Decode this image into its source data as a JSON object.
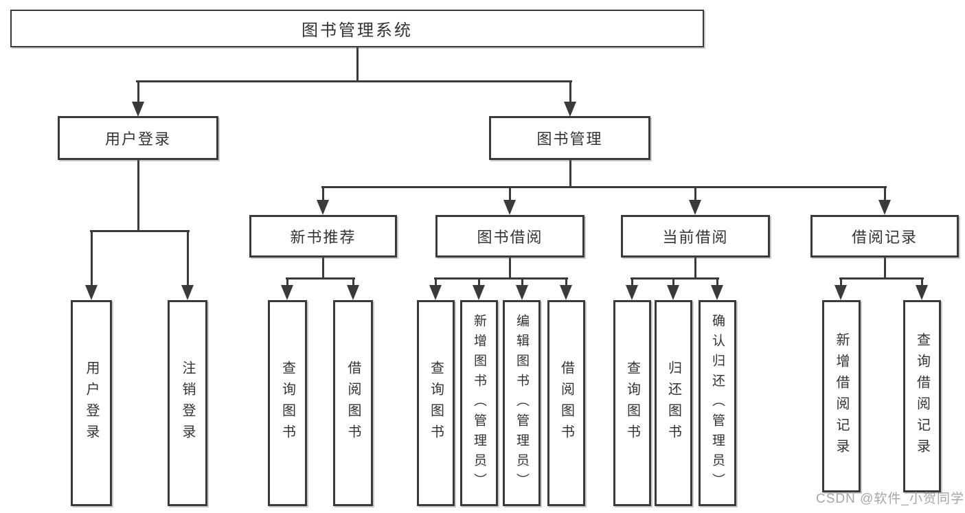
{
  "diagram": {
    "root": {
      "label": "图书管理系统",
      "children": [
        {
          "label": "用户登录",
          "children": [
            {
              "label": "用户登录"
            },
            {
              "label": "注销登录"
            }
          ]
        },
        {
          "label": "图书管理",
          "children": [
            {
              "label": "新书推荐",
              "children": [
                {
                  "label": "查询图书"
                },
                {
                  "label": "借阅图书"
                }
              ]
            },
            {
              "label": "图书借阅",
              "children": [
                {
                  "label": "查询图书"
                },
                {
                  "label": "新增图书（管理员）"
                },
                {
                  "label": "编辑图书（管理员）"
                },
                {
                  "label": "借阅图书"
                }
              ]
            },
            {
              "label": "当前借阅",
              "children": [
                {
                  "label": "查询图书"
                },
                {
                  "label": "归还图书"
                },
                {
                  "label": "确认归还（管理员）"
                }
              ]
            },
            {
              "label": "借阅记录",
              "children": [
                {
                  "label": "新增借阅记录"
                },
                {
                  "label": "查询借阅记录"
                }
              ]
            }
          ]
        }
      ]
    },
    "colors": {
      "ink": "#3a3a3a",
      "text": "#333333",
      "background": "#ffffff",
      "watermark": "#a6a6a6"
    }
  },
  "watermark": {
    "text": "CSDN @软件_小贺同学"
  }
}
